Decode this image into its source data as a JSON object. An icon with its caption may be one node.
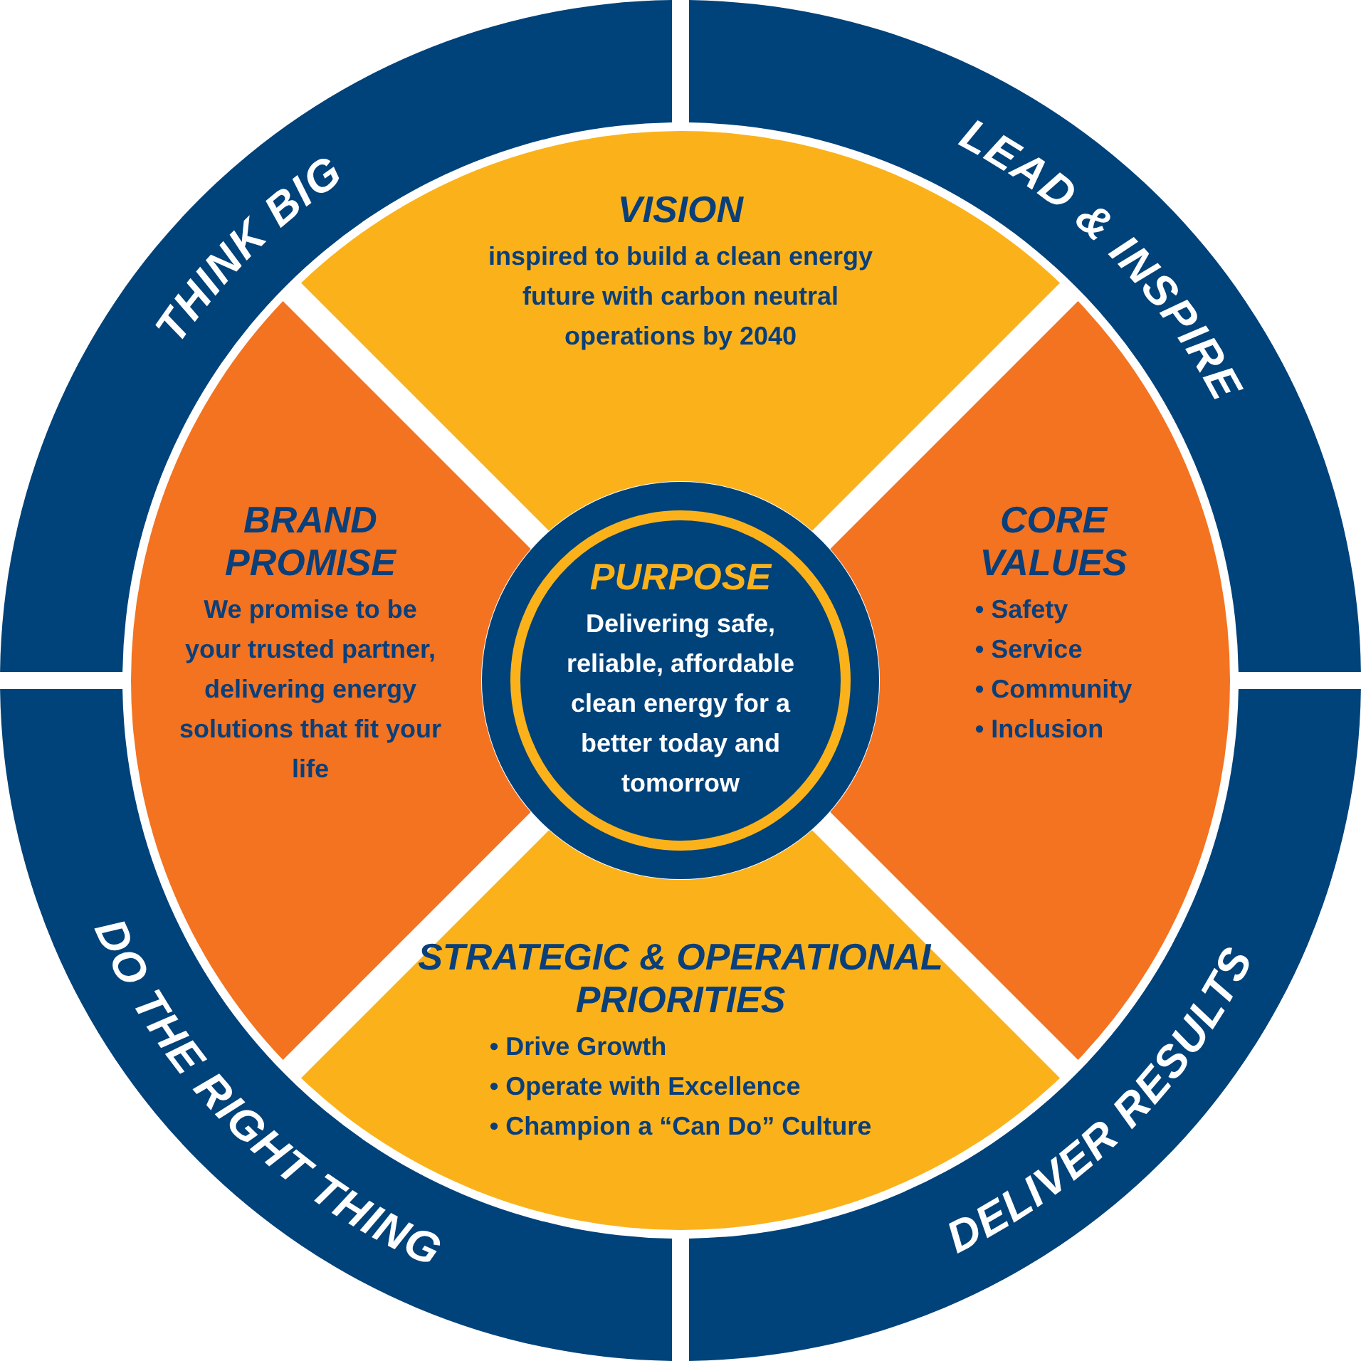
{
  "diagram": {
    "nodes": [
      {
        "text": [
          "THINK BIG"
        ]
      },
      {
        "text": [
          "LEAD & INSPIRE"
        ]
      },
      {
        "text": [
          "VISION",
          "inspired to build a clean energy future with carbon neutral operations by 2040"
        ]
      },
      {
        "text": [
          "BRAND PROMISE",
          "We promise to be your trusted partner, delivering energy solutions that fit your life"
        ]
      },
      {
        "text": [
          "PURPOSE",
          "Delivering safe, reliable, affordable clean energy for a better today and tomorrow"
        ]
      },
      {
        "text": [
          "CORE VALUES",
          "• Safety",
          "• Service",
          "• Community",
          "• Inclusion"
        ]
      },
      {
        "text": [
          "STRATEGIC & OPERATIONAL PRIORITIES",
          "• Drive Growth",
          "• Operate with Excellence",
          "• Champion a “Can Do” Culture"
        ]
      },
      {
        "text": [
          "DO THE RIGHT THING"
        ]
      },
      {
        "text": [
          "DELIVER RESULTS"
        ]
      }
    ]
  }
}
